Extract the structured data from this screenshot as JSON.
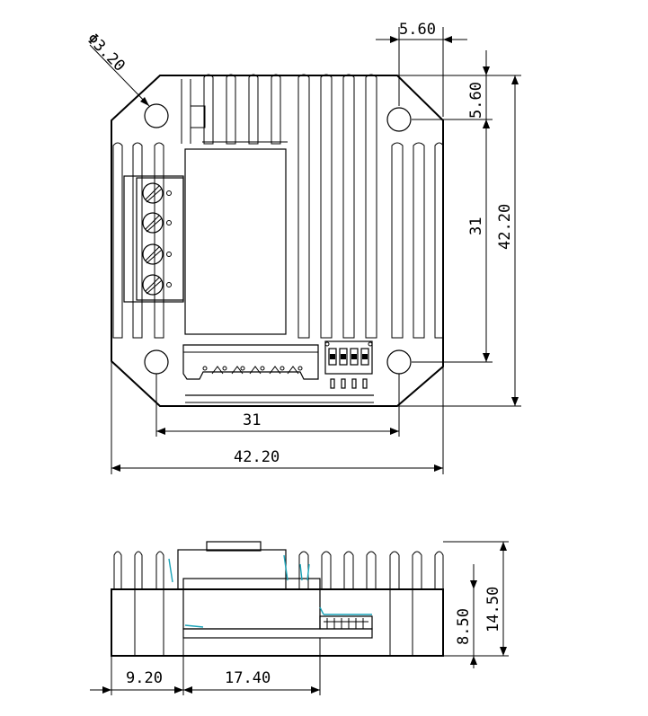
{
  "dimensions": {
    "hole_diameter": "Φ3.20",
    "top_offset_width": "5.60",
    "top_offset_height": "5.60",
    "hole_spacing_vertical": "31",
    "overall_height": "42.20",
    "hole_spacing_horizontal": "31",
    "overall_width": "42.20",
    "side_height_total": "14.50",
    "side_height_base": "8.50",
    "side_offset_left": "9.20",
    "side_connector_width": "17.40"
  },
  "colors": {
    "line": "#000000",
    "accent": "#1aa3b8",
    "background": "#ffffff"
  }
}
